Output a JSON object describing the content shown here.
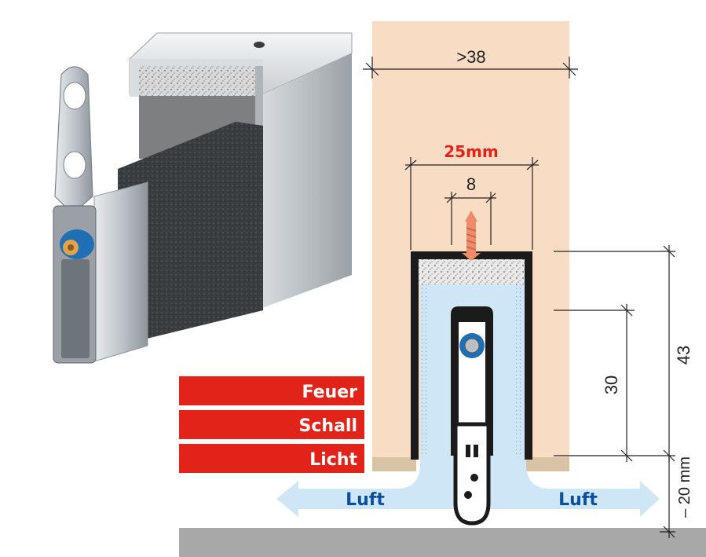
{
  "dimensions": {
    "door_width": ">38",
    "mount_width": "25mm",
    "screw_spacing": "8",
    "profile_height": "43",
    "seal_height": "30",
    "drop": "– 20 mm"
  },
  "labels": {
    "feuer": "Feuer",
    "schall": "Schall",
    "licht": "Licht",
    "luft_left": "Luft",
    "luft_right": "Luft"
  },
  "colors": {
    "door": "#f8ddc4",
    "red": "#e2231a",
    "air": "#cfe6f6",
    "floor": "#a8a8a8",
    "profile": "#1b1b1b",
    "accent_blue": "#1f6fb5"
  },
  "icons": {
    "product_photo": "door-bottom-seal-product-photo",
    "screw": "screw-icon",
    "spring_pin": "spring-pin-icon"
  }
}
